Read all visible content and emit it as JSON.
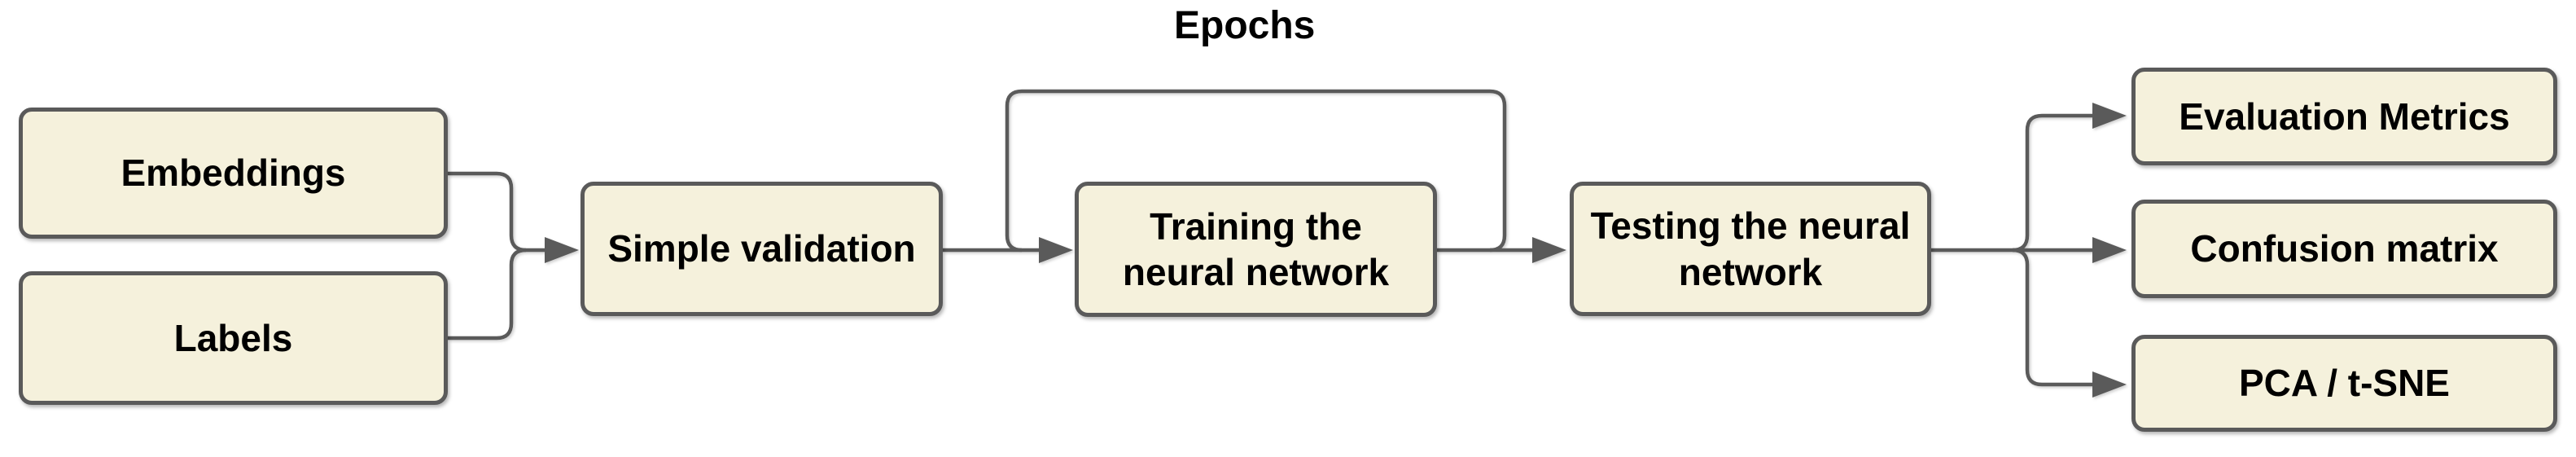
{
  "loop": {
    "label": "Epochs"
  },
  "nodes": [
    {
      "id": "embeddings",
      "label": "Embeddings"
    },
    {
      "id": "labels",
      "label": "Labels"
    },
    {
      "id": "simple-validation",
      "label": "Simple validation"
    },
    {
      "id": "training-neural-network",
      "label": "Training the\nneural network"
    },
    {
      "id": "testing-neural-network",
      "label": "Testing the neural\nnetwork"
    },
    {
      "id": "evaluation-metrics",
      "label": "Evaluation Metrics"
    },
    {
      "id": "confusion-matrix",
      "label": "Confusion matrix"
    },
    {
      "id": "pca-tsne",
      "label": "PCA / t-SNE"
    }
  ],
  "edges": [
    {
      "from": "embeddings",
      "to": "simple-validation"
    },
    {
      "from": "labels",
      "to": "simple-validation"
    },
    {
      "from": "simple-validation",
      "to": "training-neural-network"
    },
    {
      "from": "training-neural-network",
      "to": "training-neural-network",
      "type": "loop",
      "label": "Epochs"
    },
    {
      "from": "training-neural-network",
      "to": "testing-neural-network"
    },
    {
      "from": "testing-neural-network",
      "to": "evaluation-metrics"
    },
    {
      "from": "testing-neural-network",
      "to": "confusion-matrix"
    },
    {
      "from": "testing-neural-network",
      "to": "pca-tsne"
    }
  ],
  "colors": {
    "node_fill": "#F5F1DC",
    "node_border": "#5A5A5A",
    "connector": "#5A5A5A",
    "label_text": "#000000",
    "background": "#FFFFFF"
  }
}
